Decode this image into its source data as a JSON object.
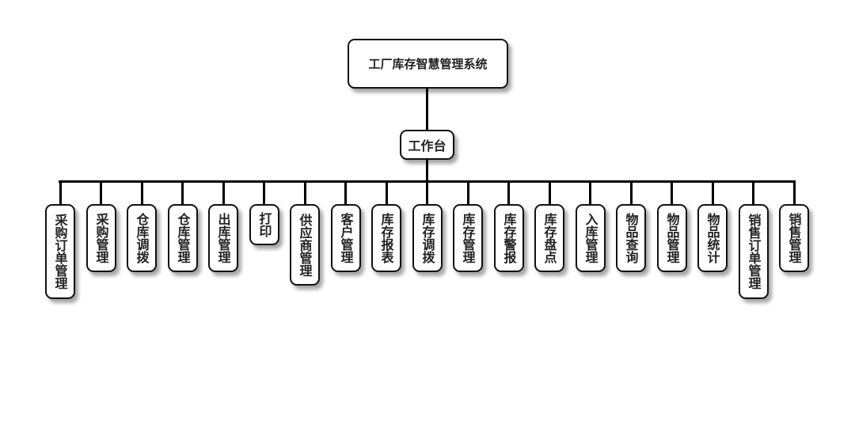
{
  "root": {
    "label": "工厂库存智慧管理系统"
  },
  "hub": {
    "label": "工作台"
  },
  "modules": [
    "采购订单管理",
    "采购管理",
    "仓库调拨",
    "仓库管理",
    "出库管理",
    "打印",
    "供应商管理",
    "客户管理",
    "库存报表",
    "库存调拨",
    "库存管理",
    "库存警报",
    "库存盘点",
    "入库管理",
    "物品查询",
    "物品管理",
    "物品统计",
    "销售订单管理",
    "销售管理"
  ]
}
